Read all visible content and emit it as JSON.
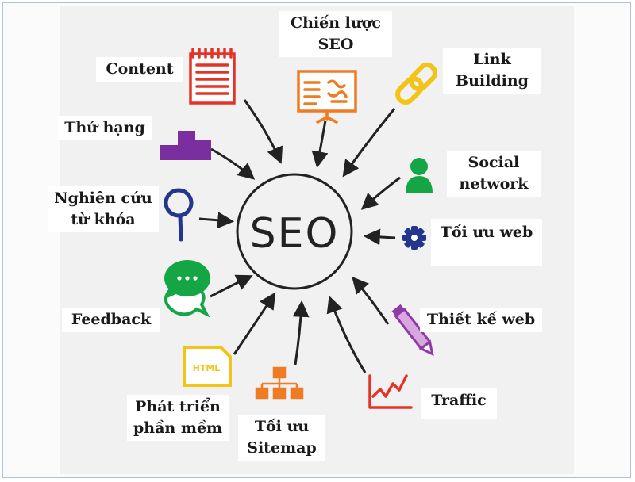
{
  "center": {
    "label": "SEO"
  },
  "nodes": {
    "chien_luoc_l1": "Chiến lược",
    "chien_luoc_l2": "SEO",
    "content": "Content",
    "link_l1": "Link",
    "link_l2": "Building",
    "thu_hang": "Thứ hạng",
    "social_l1": "Social",
    "social_l2": "network",
    "nghien_cuu_l1": "Nghiên cứu",
    "nghien_cuu_l2": "từ khóa",
    "toi_uu_web": "Tối ưu web",
    "feedback": "Feedback",
    "thiet_ke_web": "Thiết kế web",
    "phat_trien_l1": "Phát triển",
    "phat_trien_l2": "phần mềm",
    "sitemap_l1": "Tối ưu",
    "sitemap_l2": "Sitemap",
    "traffic": "Traffic",
    "html_tag": "HTML"
  },
  "icons": {
    "content": "notepad-icon",
    "chien_luoc": "presentation-board-icon",
    "link": "chain-link-icon",
    "thu_hang": "ranking-podium-icon",
    "social": "person-icon",
    "nghien_cuu": "magnifier-icon",
    "toi_uu_web": "gear-icon",
    "feedback": "chat-bubbles-icon",
    "thiet_ke_web": "pencil-icon",
    "phat_trien": "html-file-icon",
    "sitemap": "sitemap-icon",
    "traffic": "line-chart-icon"
  },
  "colors": {
    "red": "#e63327",
    "orange": "#ef7b22",
    "yellow": "#f2c418",
    "purple": "#7b2f9e",
    "green": "#14a545",
    "blue": "#23368e",
    "violet": "#8e3ba6"
  }
}
